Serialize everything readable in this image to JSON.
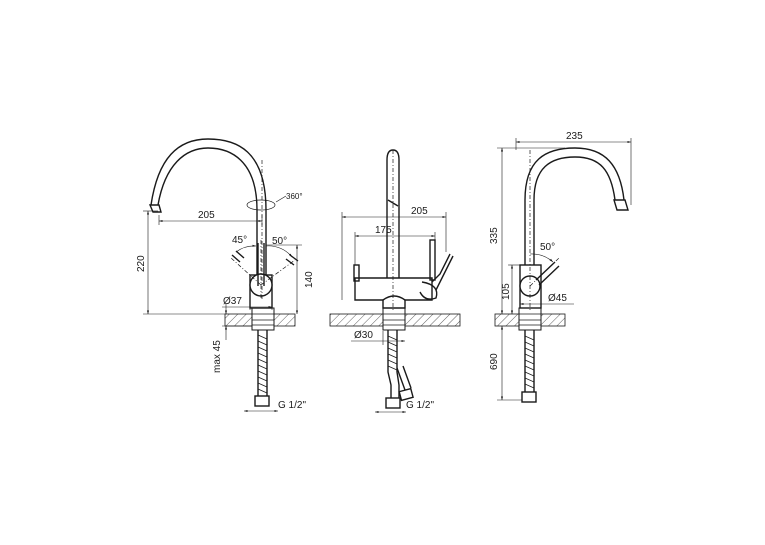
{
  "views": {
    "left": {
      "spout_reach": "205",
      "rotation": "360°",
      "height_total": "220",
      "lever_angle_left": "45°",
      "lever_angle_right": "50°",
      "height_lever": "140",
      "body_diameter": "Ø37",
      "max_thickness": "max 45",
      "thread": "G 1/2\""
    },
    "middle": {
      "width_outer": "205",
      "width_inner": "175",
      "pipe_diameter": "Ø30",
      "thread": "G 1/2\""
    },
    "right": {
      "reach": "235",
      "height_total": "335",
      "lever_angle": "50°",
      "height_body": "105",
      "body_diameter": "Ø45",
      "hose_length": "690"
    }
  }
}
